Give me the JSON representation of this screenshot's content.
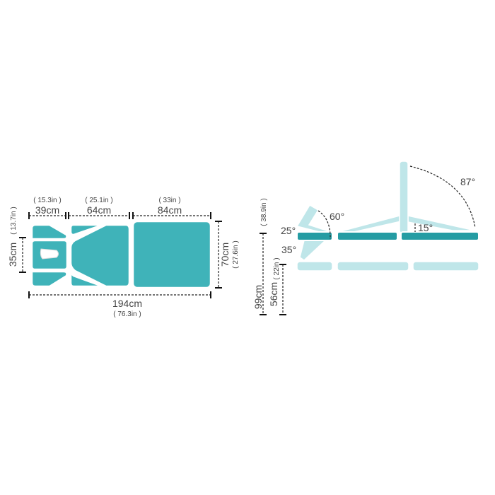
{
  "colors": {
    "teal": "#3fb3b9",
    "dark_teal": "#259ca3",
    "light_teal": "#bfe6e9"
  },
  "top_view": {
    "head_length": {
      "in": "( 15.3in )",
      "cm": "39cm"
    },
    "middle_length": {
      "in": "( 25.1in )",
      "cm": "64cm"
    },
    "foot_length": {
      "in": "( 33in )",
      "cm": "84cm"
    },
    "head_width": {
      "cm": "35cm",
      "in": "( 13.7in )"
    },
    "total_width": {
      "cm": "70cm",
      "in": "( 27.6in )"
    },
    "total_length": {
      "cm": "194cm",
      "in": "( 76.3in )"
    }
  },
  "side_view": {
    "backrest_angle": "87°",
    "head_up_angle": "60°",
    "head_tilt_up": "25°",
    "head_tilt_down": "35°",
    "leg_angle": "15°",
    "max_height": {
      "cm": "99cm",
      "in": "( 38.9in )"
    },
    "min_height": {
      "cm": "56cm",
      "in": "( 22in )"
    }
  }
}
